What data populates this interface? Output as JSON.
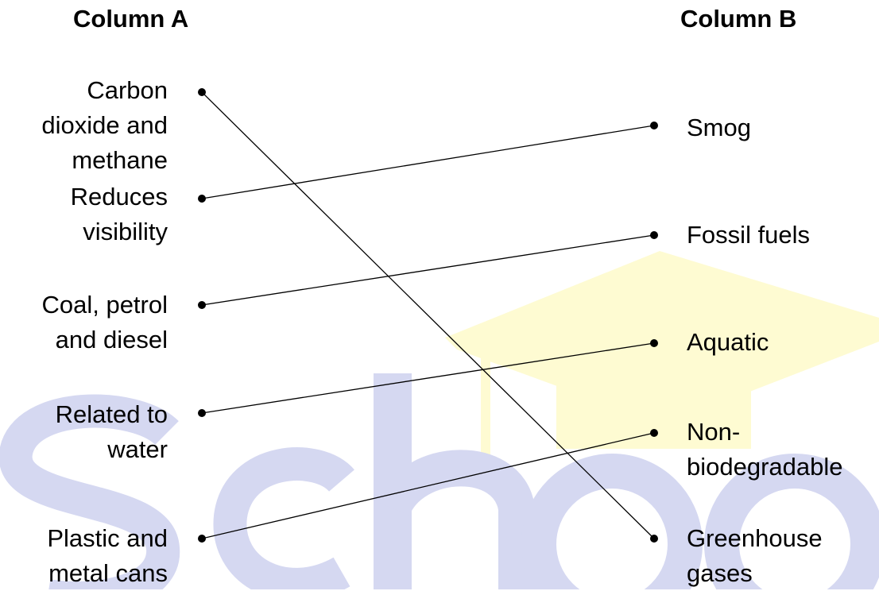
{
  "headings": {
    "column_a": "Column A",
    "column_b": "Column B"
  },
  "column_a": [
    {
      "lines": [
        "Carbon",
        "dioxide and",
        "methane"
      ]
    },
    {
      "lines": [
        "Reduces",
        "visibility"
      ]
    },
    {
      "lines": [
        "Coal, petrol",
        "and diesel"
      ]
    },
    {
      "lines": [
        "Related to",
        "water"
      ]
    },
    {
      "lines": [
        "Plastic and",
        "metal cans"
      ]
    }
  ],
  "column_b": [
    {
      "lines": [
        "Smog"
      ]
    },
    {
      "lines": [
        "Fossil fuels"
      ]
    },
    {
      "lines": [
        "Aquatic"
      ]
    },
    {
      "lines": [
        "Non-",
        "biodegradable"
      ]
    },
    {
      "lines": [
        "Greenhouse",
        "gases"
      ]
    }
  ],
  "matches": [
    {
      "from": 0,
      "to": 4
    },
    {
      "from": 1,
      "to": 0
    },
    {
      "from": 2,
      "to": 1
    },
    {
      "from": 3,
      "to": 2
    },
    {
      "from": 4,
      "to": 3
    }
  ],
  "colors": {
    "watermark_text": "#d5d8f1",
    "watermark_cap": "#fefbd2",
    "line": "#000000",
    "dot": "#000000"
  }
}
